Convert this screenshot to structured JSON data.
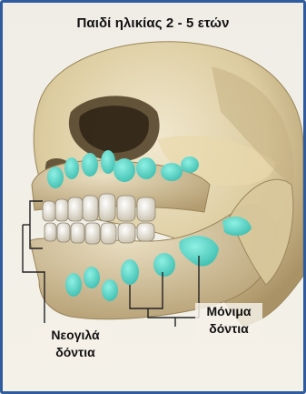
{
  "title": "Παιδί ηλικίας 2 - 5 ετών",
  "labels": {
    "primary": [
      "Νεογιλά",
      "δόντια"
    ],
    "permanent": [
      "Μόνιμα",
      "δόντια"
    ]
  },
  "colors": {
    "border": "#2f5c9e",
    "bone": "#e3d6b4",
    "bone_shadow": "#b9a47a",
    "primary_teeth": "#ece6d6",
    "permanent_teeth": "#5fd6c8",
    "leader_lines": "#222222"
  }
}
